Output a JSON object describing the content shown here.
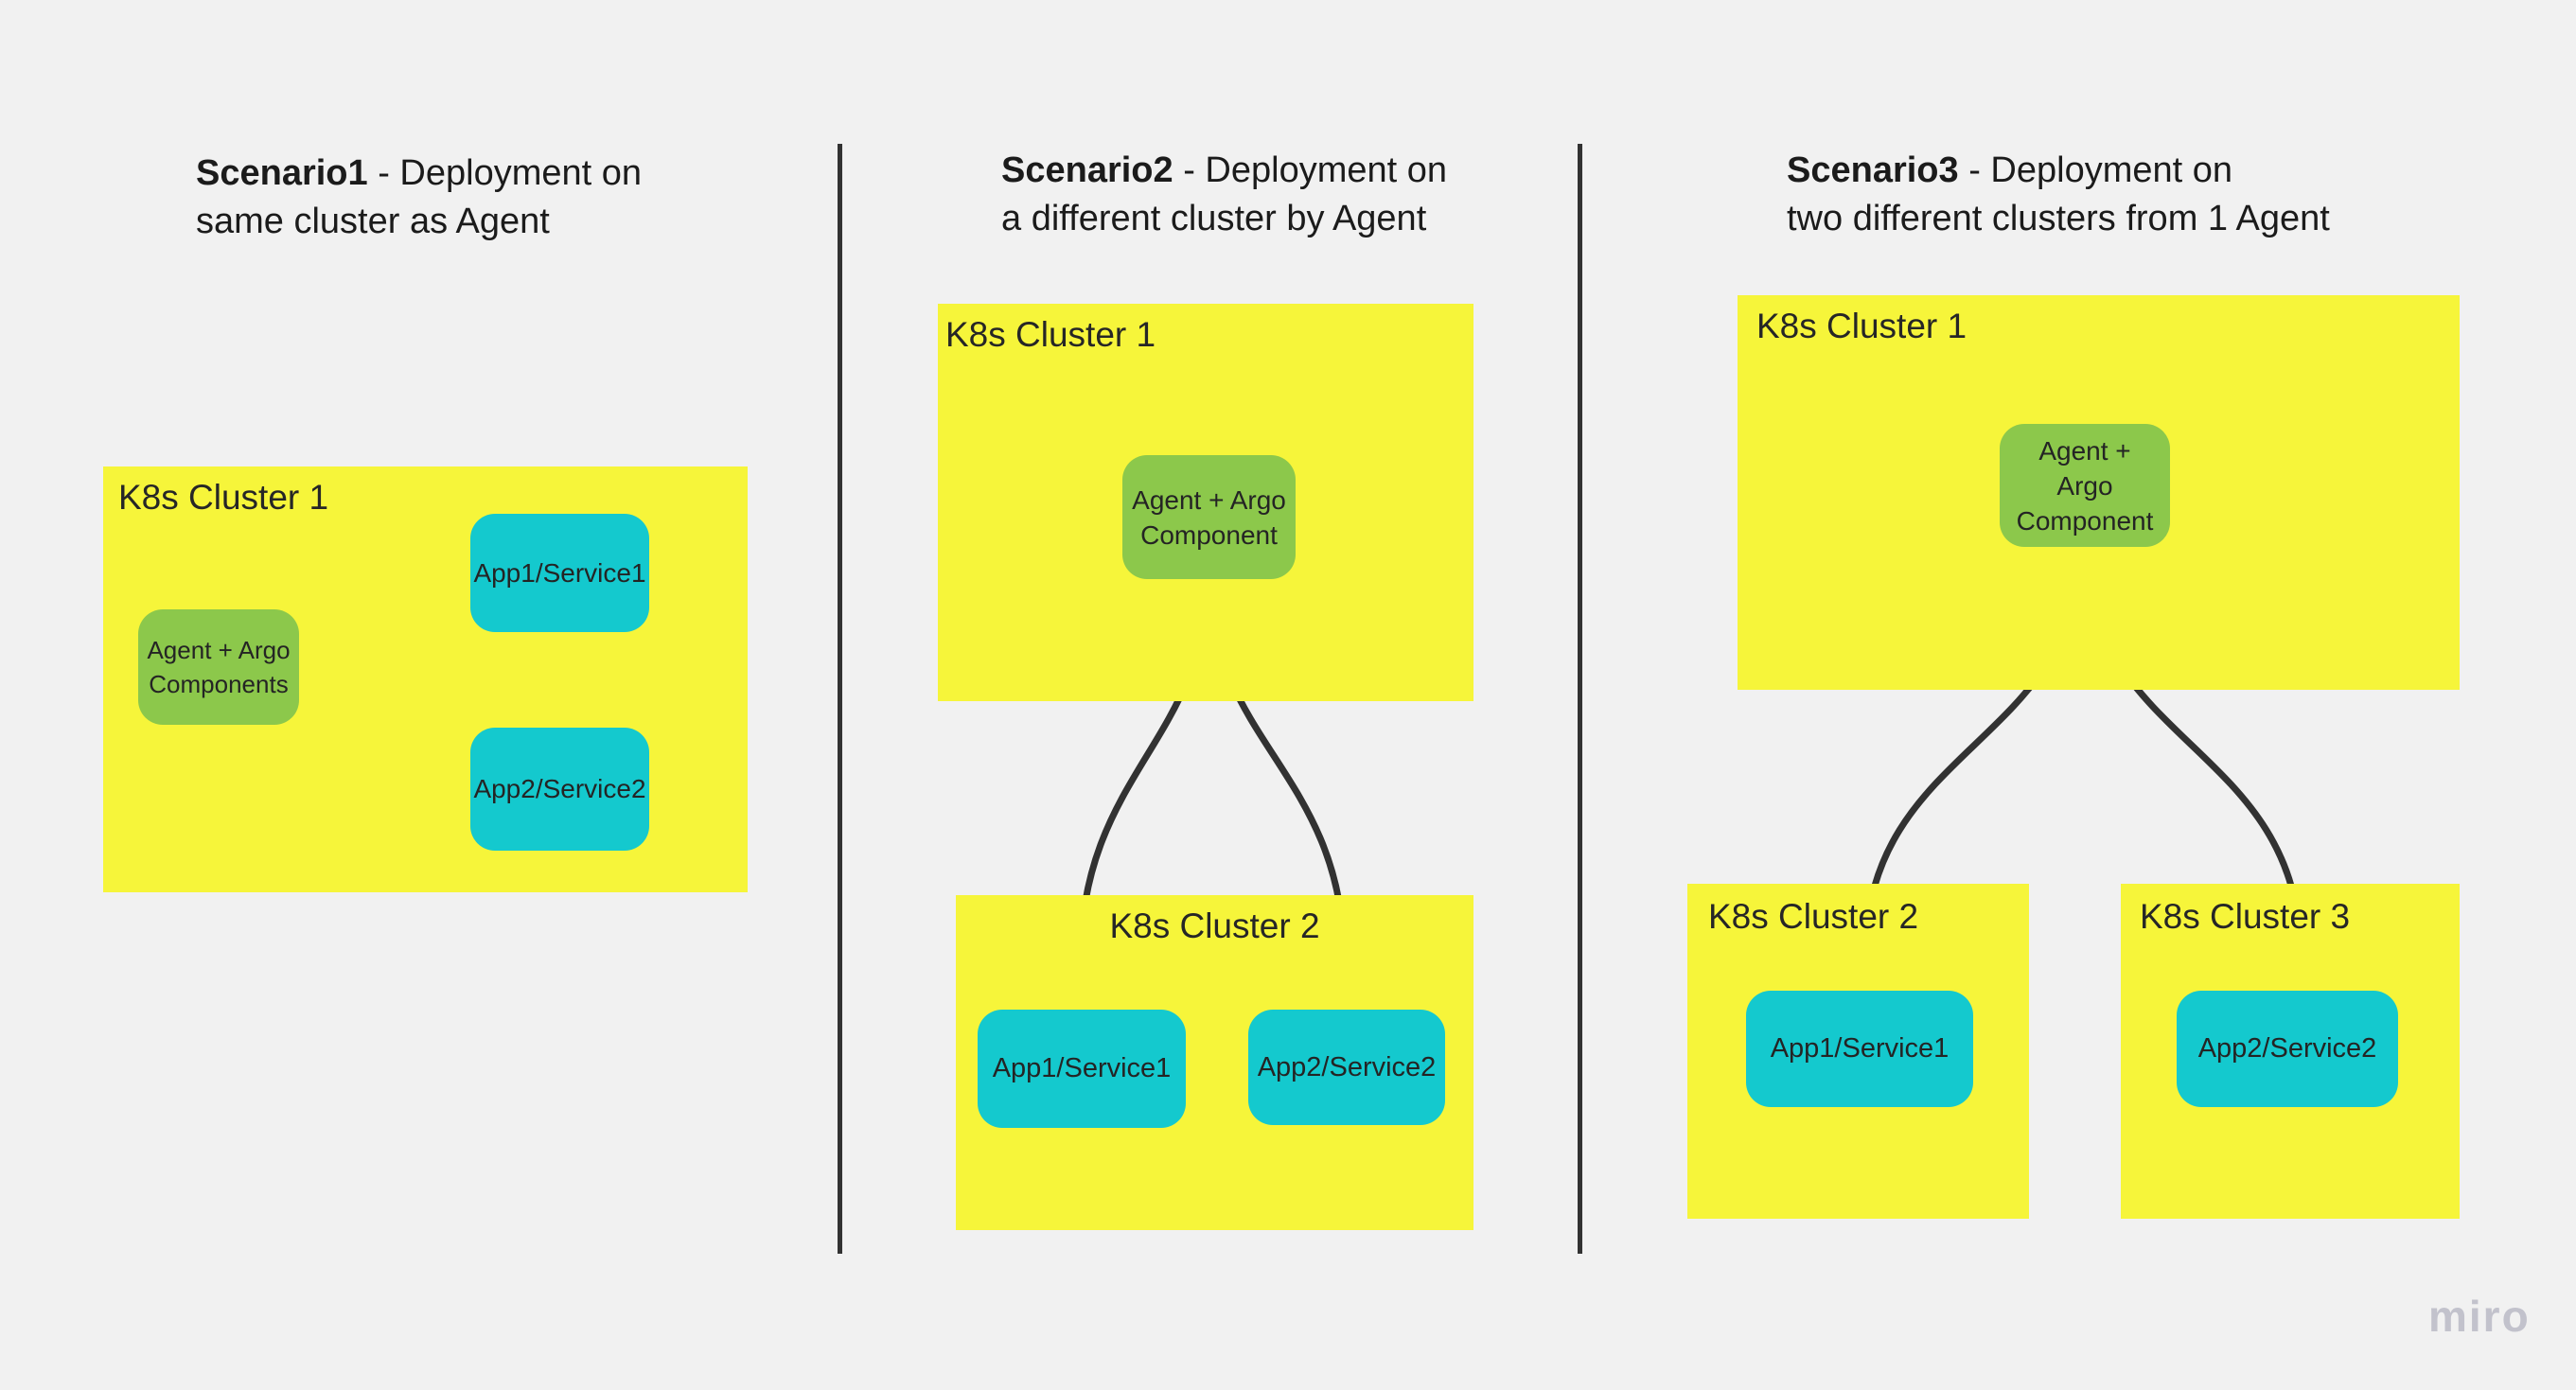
{
  "board": {
    "watermark": "miro"
  },
  "colors": {
    "board_bg": "#F1F1F1",
    "sticky_yellow": "#F6F53A",
    "shape_green": "#8CC84B",
    "shape_cyan": "#14C9CE",
    "connector_dark": "#323232",
    "text_dark": "#1E1E1E",
    "watermark_gray": "#C2C2CC"
  },
  "scenario1": {
    "title_bold": "Scenario1",
    "title_rest": " - Deployment on",
    "title_line2": "same cluster as Agent",
    "cluster1": "K8s Cluster 1",
    "agent": "Agent + Argo Components",
    "app1": "App1/Service1",
    "app2": "App2/Service2"
  },
  "scenario2": {
    "title_bold": "Scenario2",
    "title_rest": " - Deployment on",
    "title_line2": "a different cluster by Agent",
    "cluster1": "K8s Cluster 1",
    "cluster2": "K8s Cluster 2",
    "agent": "Agent + Argo Component",
    "app1": "App1/Service1",
    "app2": "App2/Service2"
  },
  "scenario3": {
    "title_bold": "Scenario3",
    "title_rest": " - Deployment on",
    "title_line2": "two different clusters from 1 Agent",
    "cluster1": "K8s Cluster 1",
    "cluster2": "K8s Cluster 2",
    "cluster3": "K8s Cluster 3",
    "agent": "Agent + Argo Component",
    "app1": "App1/Service1",
    "app2": "App2/Service2"
  }
}
